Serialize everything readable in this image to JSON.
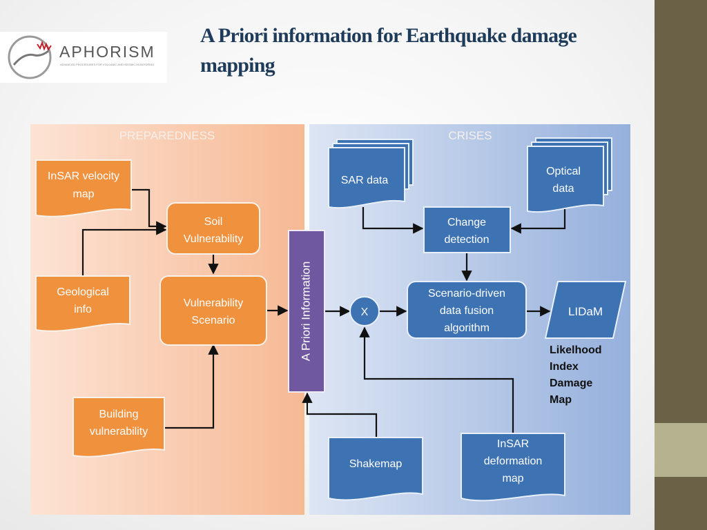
{
  "title": "A Priori information for Earthquake damage mapping",
  "logo": {
    "name": "APHORISM",
    "tagline": "ADVANCED PROCEDURES FOR VOLCANIC AND SEISMIC MONITORING"
  },
  "sections": {
    "preparedness": "PREPAREDNESS",
    "crises": "CRISES"
  },
  "nodes": {
    "insar_velocity": [
      "InSAR velocity",
      "map"
    ],
    "soil": [
      "Soil",
      "Vulnerability"
    ],
    "geological": [
      "Geological",
      "info"
    ],
    "vuln_scenario": [
      "Vulnerability",
      "Scenario"
    ],
    "building": [
      "Building",
      "vulnerability"
    ],
    "apriori": "A Priori Information",
    "sar": "SAR data",
    "optical": [
      "Optical",
      "data"
    ],
    "change": [
      "Change",
      "detection"
    ],
    "x": "X",
    "fusion": [
      "Scenario-driven",
      "data fusion",
      "algorithm"
    ],
    "lidam": "LIDaM",
    "shakemap": "Shakemap",
    "insar_def": [
      "InSAR",
      "deformation",
      "map"
    ]
  },
  "lidam_caption": [
    "Likelhood",
    "Index",
    "Damage",
    "Map"
  ],
  "colors": {
    "orange": "#f0913e",
    "blue": "#3d73b3",
    "purple": "#7058a0",
    "sidebar": "#6a6147",
    "title": "#1f3b5a"
  }
}
